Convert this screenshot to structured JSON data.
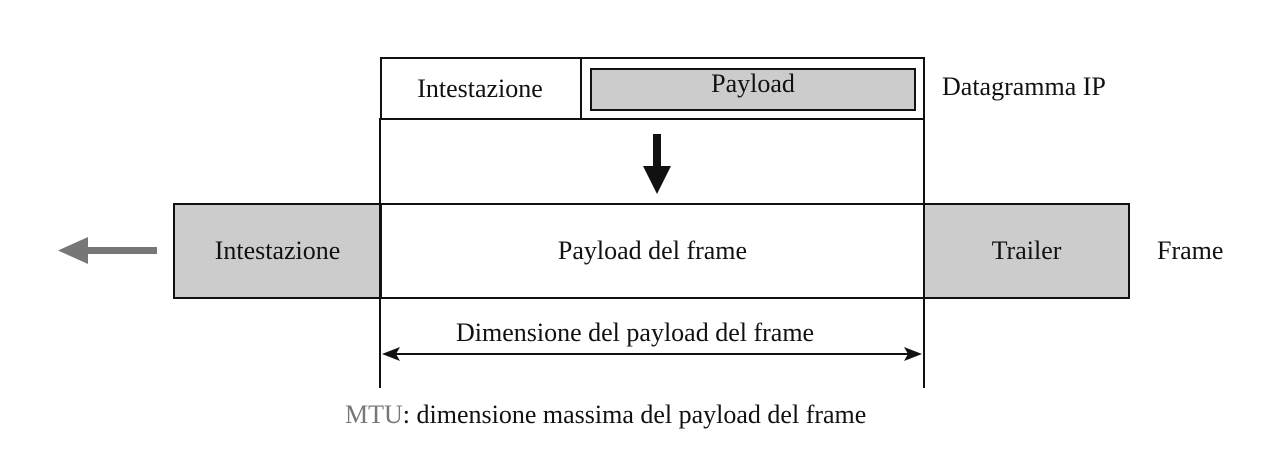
{
  "datagram": {
    "header_label": "Intestazione",
    "payload_label": "Payload",
    "name": "Datagramma IP"
  },
  "frame": {
    "header_label": "Intestazione",
    "payload_label": "Payload del frame",
    "trailer_label": "Trailer",
    "name": "Frame"
  },
  "dimension": {
    "label": "Dimensione del payload del frame"
  },
  "caption": {
    "prefix": "MTU",
    "text": ": dimensione massima del payload del frame"
  },
  "colors": {
    "gray_fill": "#cccccc",
    "frame_arrow": "#777777",
    "line": "#111111"
  },
  "icons": {
    "encapsulation_arrow": "arrow-down-icon",
    "direction_arrow": "arrow-left-icon",
    "dimension_arrow": "double-arrow-icon"
  }
}
